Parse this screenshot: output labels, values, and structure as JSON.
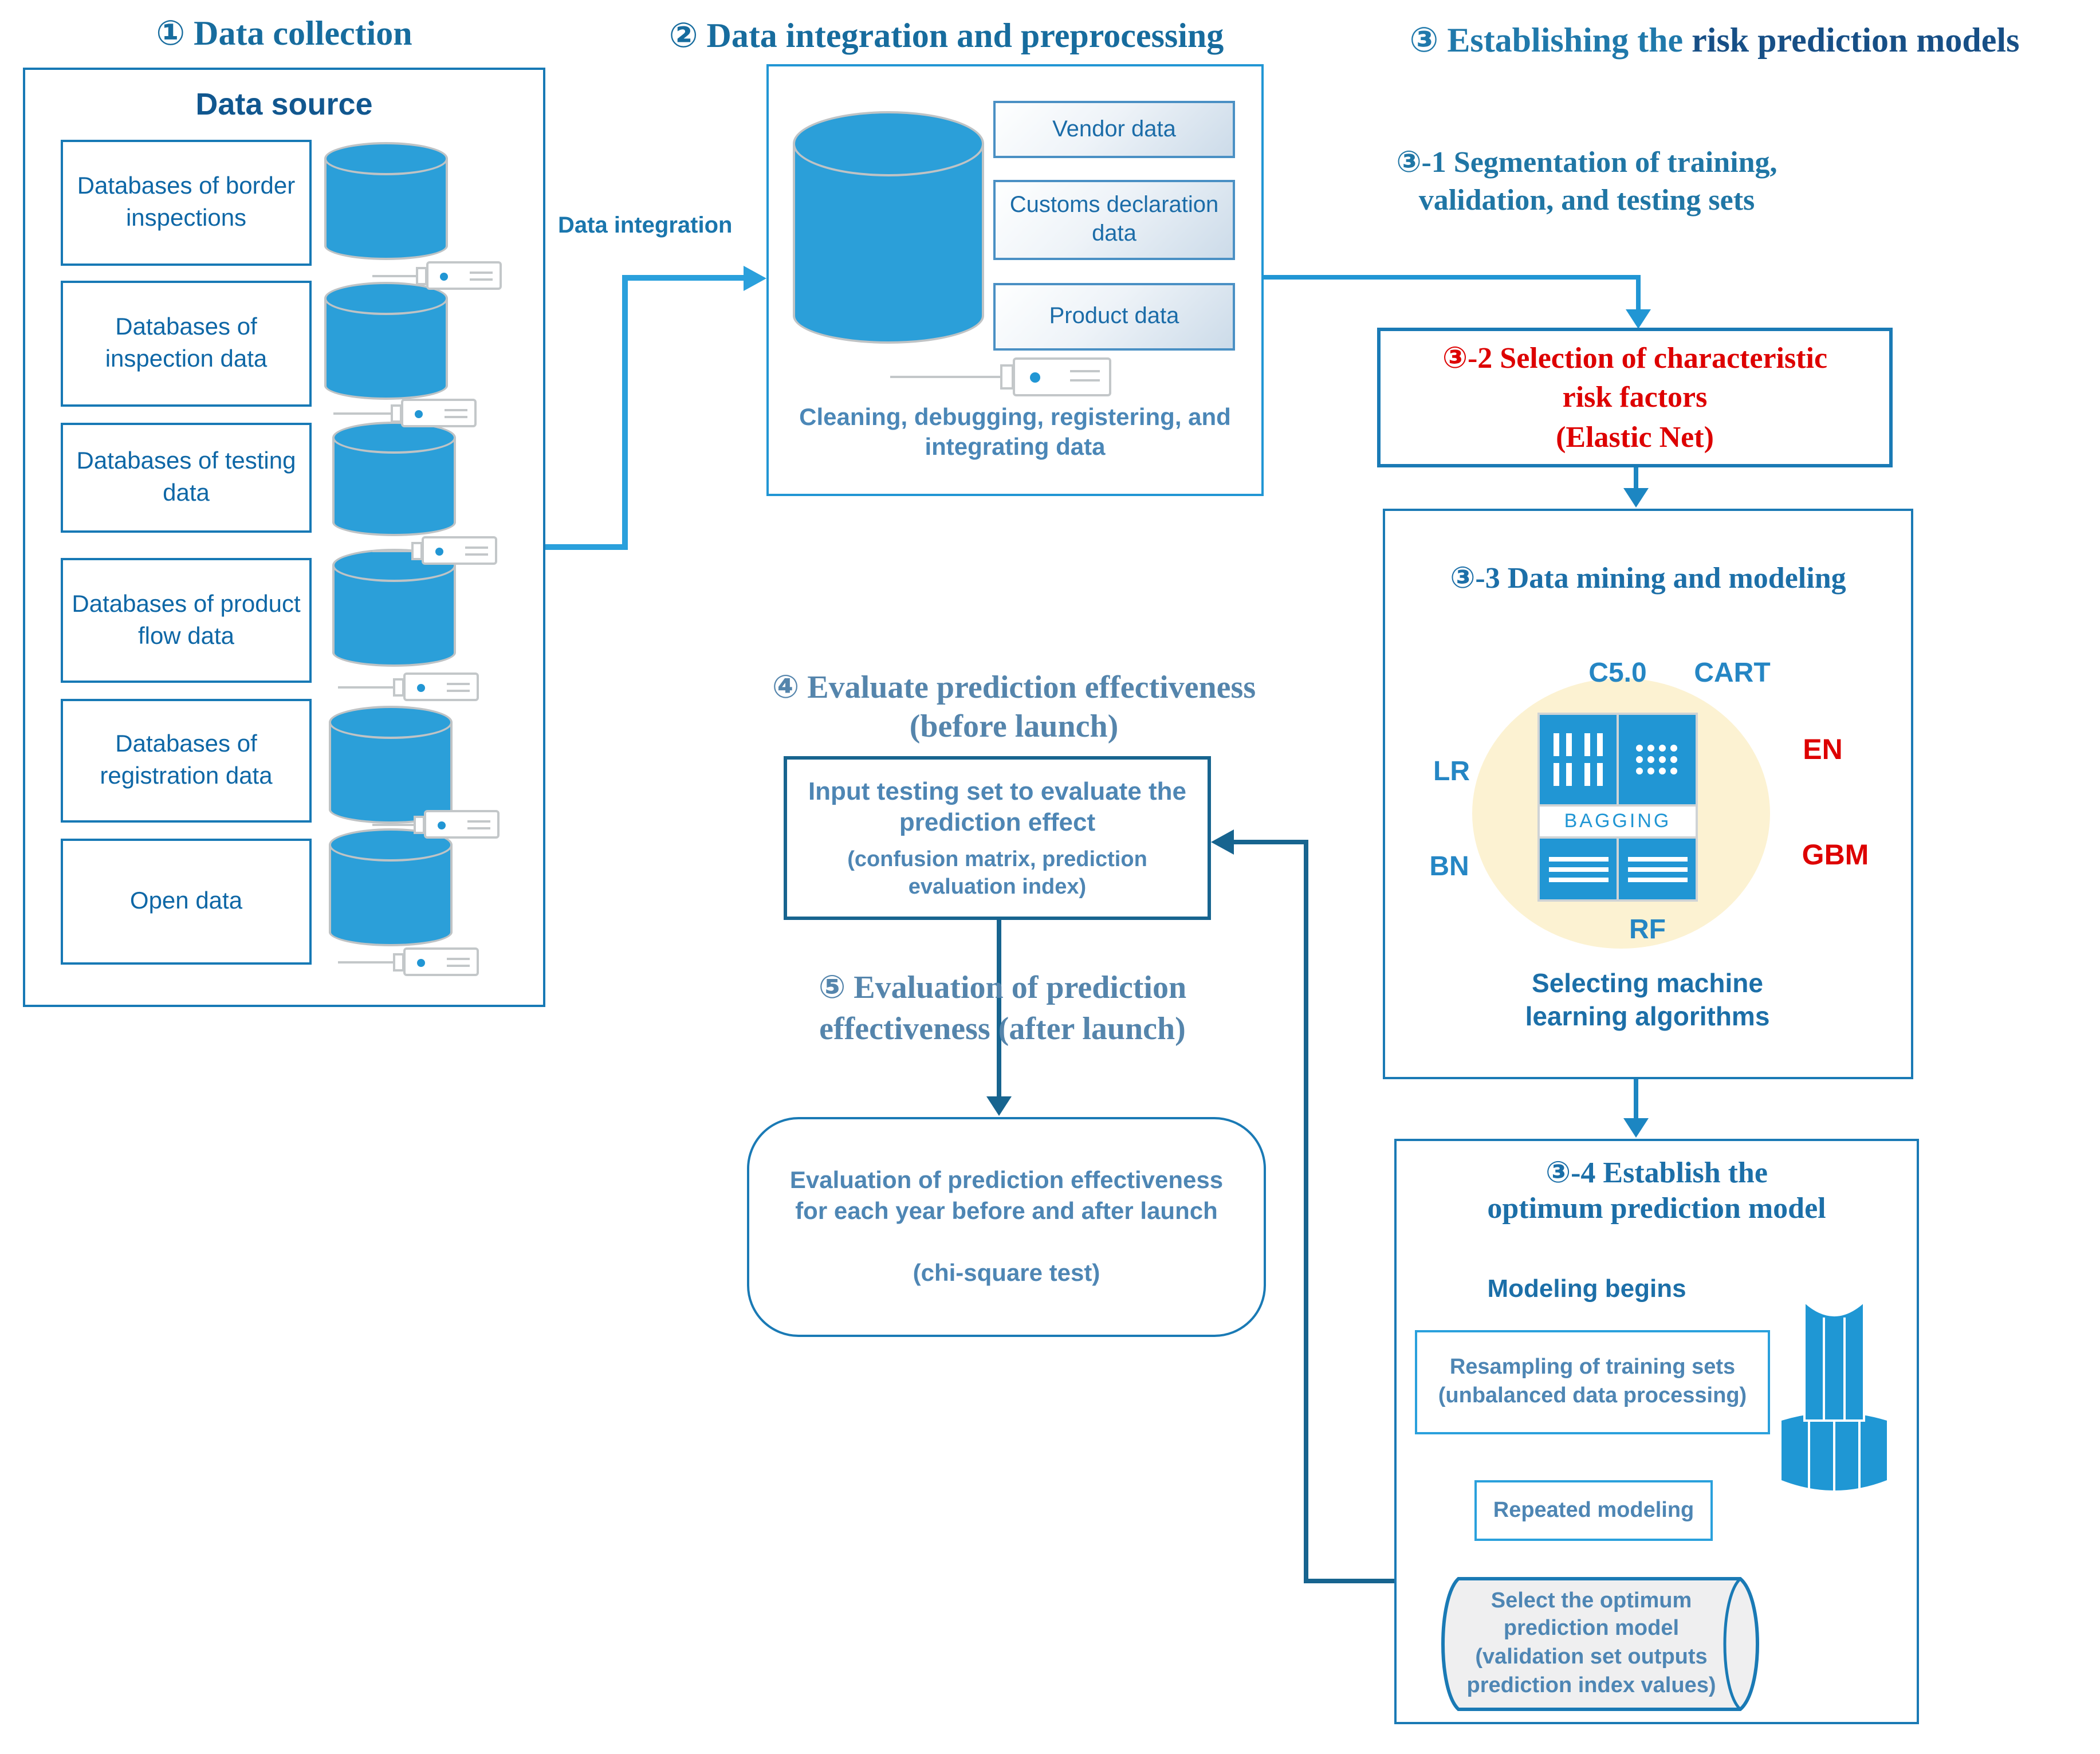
{
  "colors": {
    "primary_blue": "#1779b5",
    "bright_blue": "#2196d4",
    "light_blue": "#2aa0dc",
    "title_blue": "#176c9e",
    "navy_blue": "#174f86",
    "steel_text": "#4e86b4",
    "muted_heading": "#5585ac",
    "accent_red": "#dd0000",
    "cream": "#fcf2d2",
    "cylinder_fill": "#2b9fd9",
    "gray_icon": "#c3c7c9"
  },
  "s1": {
    "title": "① Data collection"
  },
  "left": {
    "header": "Data source",
    "items": [
      "Databases of border inspections",
      "Databases of inspection data",
      "Databases of testing data",
      "Databases of product flow data",
      "Databases of registration data",
      "Open data"
    ]
  },
  "s2": {
    "title": "② Data integration and preprocessing",
    "connector_label": "Data integration",
    "sources": [
      "Vendor data",
      "Customs declaration data",
      "Product data"
    ],
    "caption": "Cleaning, debugging, registering, and integrating data"
  },
  "s3": {
    "title_part1": "③ Establishing the ",
    "title_part2": "risk prediction models",
    "s3_1": {
      "line1": "③-1 Segmentation of training,",
      "line2": "validation, and testing sets"
    },
    "s3_2": {
      "line1": "③-2 Selection of characteristic",
      "line2": "risk factors",
      "line3": "(Elastic Net)"
    },
    "s3_3": {
      "title": "③-3 Data mining and modeling",
      "bagging": "BAGGING",
      "algo_c50": "C5.0",
      "algo_cart": "CART",
      "algo_lr": "LR",
      "algo_en": "EN",
      "algo_bn": "BN",
      "algo_gbm": "GBM",
      "algo_rf": "RF",
      "caption": "Selecting machine learning algorithms"
    },
    "s3_4": {
      "title_line1": "③-4 Establish the",
      "title_line2": "optimum prediction model",
      "modeling_begins": "Modeling begins",
      "resampling": "Resampling of training sets (unbalanced data processing)",
      "repeated": "Repeated modeling",
      "select": "Select the optimum prediction model (validation set outputs prediction index values)"
    }
  },
  "s4": {
    "heading_line1": "④ Evaluate prediction effectiveness",
    "heading_line2": "(before launch)",
    "box_main": "Input testing set to evaluate the prediction effect",
    "box_sub": "(confusion matrix, prediction evaluation index)"
  },
  "s5": {
    "heading_line1": "⑤ Evaluation of prediction",
    "heading_line2": "effectiveness (after launch)",
    "box_main": "Evaluation of prediction effectiveness for each year before and after launch",
    "box_sub": "(chi-square test)"
  }
}
